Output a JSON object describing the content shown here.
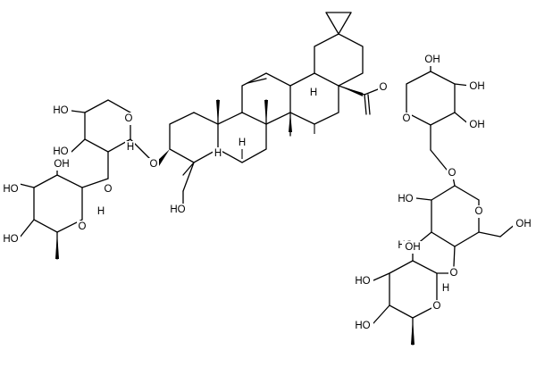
{
  "molecule": {
    "labels": {
      "oh": "OH",
      "ho": "HO",
      "o": "O",
      "h": "H"
    }
  }
}
